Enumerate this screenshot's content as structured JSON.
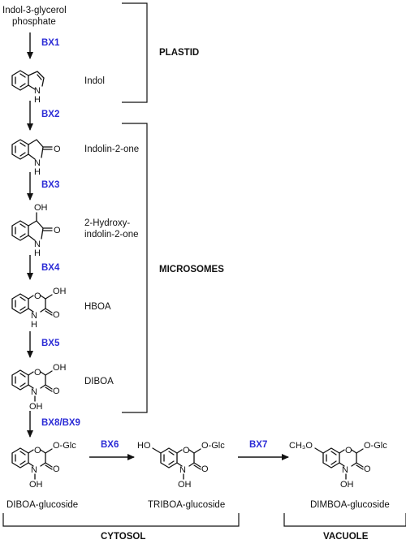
{
  "compounds": {
    "igp": [
      "Indol-3-glycerol",
      "phosphate"
    ],
    "indol": "Indol",
    "indolinone": "Indolin-2-one",
    "hydroxy": [
      "2-Hydroxy-",
      "indolin-2-one"
    ],
    "hboa": "HBOA",
    "diboa": "DIBOA",
    "diboa_glc": "DIBOA-glucoside",
    "triboa_glc": "TRIBOA-glucoside",
    "dimboa_glc": "DIMBOA-glucoside"
  },
  "enzymes": {
    "bx1": "BX1",
    "bx2": "BX2",
    "bx3": "BX3",
    "bx4": "BX4",
    "bx5": "BX5",
    "bx89": "BX8/BX9",
    "bx6": "BX6",
    "bx7": "BX7"
  },
  "compartments": {
    "plastid": "PLASTID",
    "microsomes": "MICROSOMES",
    "cytosol": "CYTOSOL",
    "vacuole": "VACUOLE"
  },
  "atoms": {
    "N": "N",
    "H": "H",
    "O": "O",
    "OH": "OH",
    "oglc": "O-Glc",
    "ho": "HO",
    "ch3o": "CH₃O"
  },
  "colors": {
    "enzyme": "#2b2bd6",
    "line": "#111111"
  }
}
